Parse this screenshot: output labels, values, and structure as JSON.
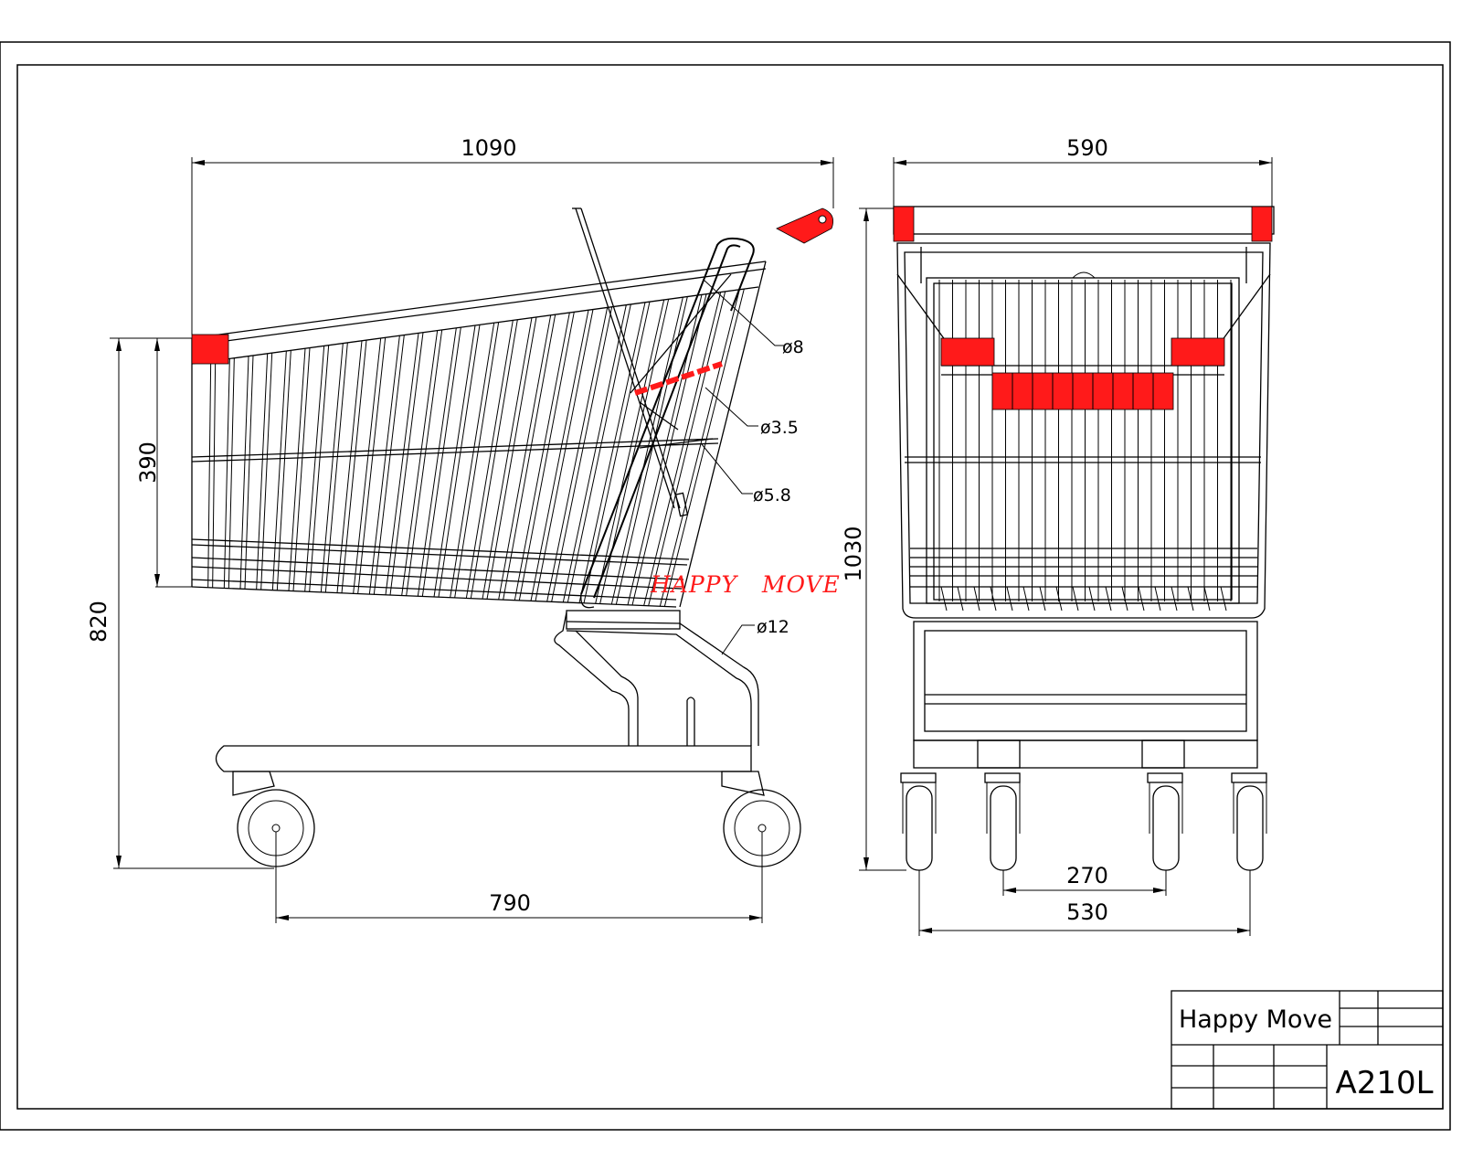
{
  "side_view": {
    "overall_length": "1090",
    "basket_height": "390",
    "overall_height": "820",
    "wheelbase": "790",
    "wire_callouts": [
      "ø8",
      "ø3.5",
      "ø5.8",
      "ø12"
    ],
    "brand_mark": "HAPPY   MOVE"
  },
  "front_view": {
    "overall_width": "590",
    "overall_height": "1030",
    "inner_wheel_track": "270",
    "outer_wheel_track": "530"
  },
  "title_block": {
    "company": "Happy Move",
    "model": "A210L"
  },
  "colors": {
    "accent_red": "#ff1a1a",
    "line": "#000000"
  }
}
